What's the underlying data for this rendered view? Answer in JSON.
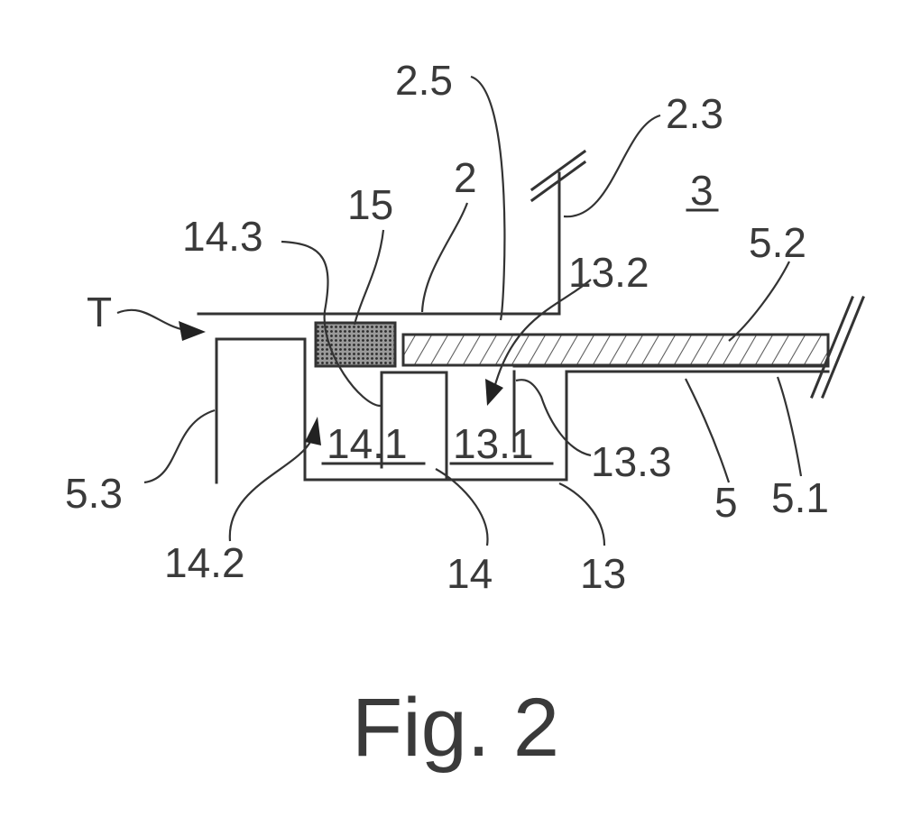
{
  "labels": {
    "l_2_5": "2.5",
    "l_2_3": "2.3",
    "l_2": "2",
    "l_3": "3",
    "l_15": "15",
    "l_14_3": "14.3",
    "l_13_2": "13.2",
    "l_5_2": "5.2",
    "l_T": "T",
    "l_14_1": "14.1",
    "l_13_1": "13.1",
    "l_13_3": "13.3",
    "l_5_3": "5.3",
    "l_5": "5",
    "l_5_1": "5.1",
    "l_14_2": "14.2",
    "l_14": "14",
    "l_13": "13"
  },
  "caption": "Fig. 2",
  "colors": {
    "line": "#333333",
    "text": "#3a3a3a",
    "background": "#ffffff"
  }
}
